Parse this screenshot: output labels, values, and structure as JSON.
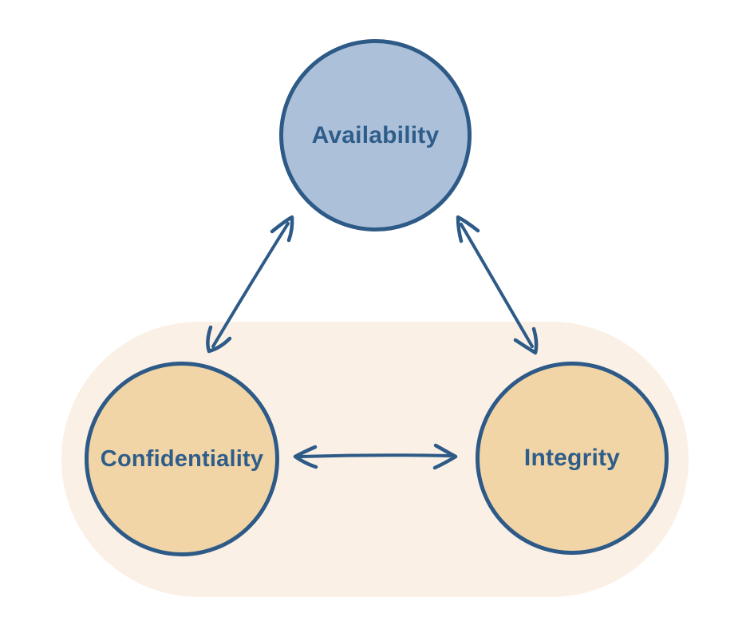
{
  "diagram": {
    "type": "node-edge-diagram",
    "topic": "CIA security triad",
    "canvas_background": "#ffffff",
    "stroke_color": "#2d5a87",
    "text_color": "#2f5d8a",
    "group": {
      "shape": "pill",
      "fill": "#faf0e5",
      "contains": [
        "confidentiality",
        "integrity"
      ]
    },
    "nodes": [
      {
        "id": "availability",
        "label": "Availability",
        "shape": "circle",
        "fill": "#acc1d9",
        "border": "#2d5a87",
        "position": "top-center"
      },
      {
        "id": "confidentiality",
        "label": "Confidentiality",
        "shape": "circle",
        "fill": "#f1d5a6",
        "border": "#2d5a87",
        "position": "bottom-left"
      },
      {
        "id": "integrity",
        "label": "Integrity",
        "shape": "circle",
        "fill": "#f1d5a6",
        "border": "#2d5a87",
        "position": "bottom-right"
      }
    ],
    "edges": [
      {
        "from": "confidentiality",
        "to": "availability",
        "style": "hand-drawn",
        "arrows": "both"
      },
      {
        "from": "integrity",
        "to": "availability",
        "style": "hand-drawn",
        "arrows": "both"
      },
      {
        "from": "confidentiality",
        "to": "integrity",
        "style": "hand-drawn",
        "arrows": "both"
      }
    ]
  }
}
